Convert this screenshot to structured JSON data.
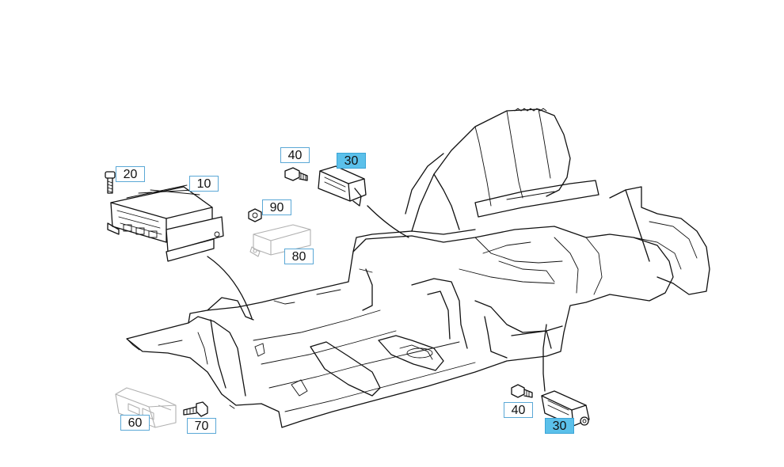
{
  "parts": [
    {
      "id": "p10",
      "label": "10",
      "name": "airbag-control-unit",
      "highlighted": false
    },
    {
      "id": "p20",
      "label": "20",
      "name": "control-unit-screw",
      "highlighted": false
    },
    {
      "id": "p30a",
      "label": "30",
      "name": "impact-sensor-upper",
      "highlighted": true
    },
    {
      "id": "p30b",
      "label": "30",
      "name": "impact-sensor-lower",
      "highlighted": true
    },
    {
      "id": "p40a",
      "label": "40",
      "name": "sensor-bolt-upper",
      "highlighted": false
    },
    {
      "id": "p40b",
      "label": "40",
      "name": "sensor-bolt-lower",
      "highlighted": false
    },
    {
      "id": "p60",
      "label": "60",
      "name": "connector",
      "highlighted": false
    },
    {
      "id": "p70",
      "label": "70",
      "name": "connector-screw",
      "highlighted": false
    },
    {
      "id": "p80",
      "label": "80",
      "name": "sensor-module",
      "highlighted": false
    },
    {
      "id": "p90",
      "label": "90",
      "name": "module-nut",
      "highlighted": false
    }
  ],
  "colors": {
    "highlight": "#5bc0ea",
    "callout_border": "#5ba8d6",
    "line": "#111111",
    "ghost": "#b0b0b0"
  }
}
